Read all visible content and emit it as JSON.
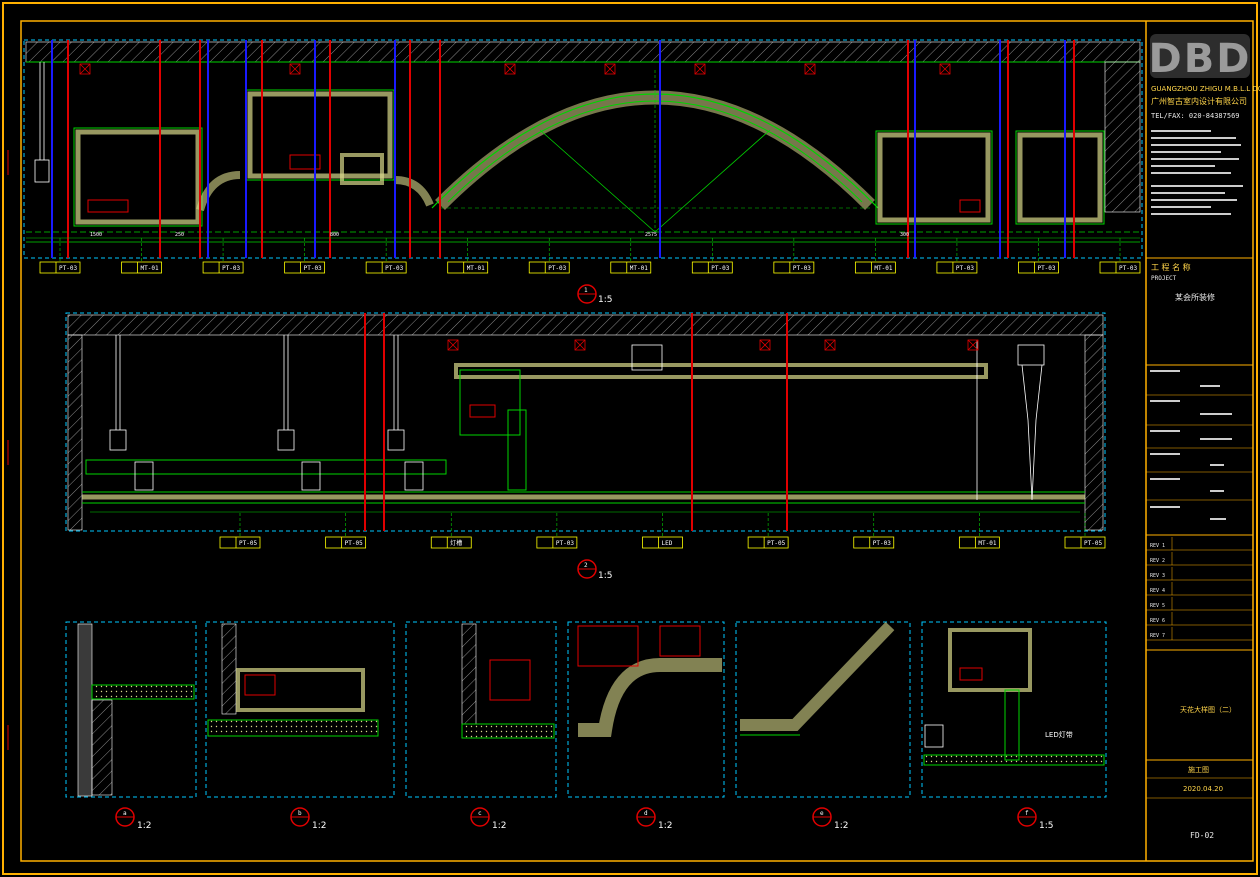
{
  "colors": {
    "background": "#000000",
    "frame": "#ffb000",
    "cyan_viewport": "#00c8ff",
    "green": "#00d400",
    "blue_column": "#1a1aff",
    "red": "#e00000",
    "yellow": "#ffff00",
    "white": "#ffffff",
    "hatch": "#9a9a9a"
  },
  "title_block": {
    "logo": "DBD",
    "company_en": "GUANGZHOU ZHIGU M.B.L.L DC",
    "company_cn": "广州智古室内设计有限公司",
    "tel": "TEL/FAX: 020-84387569",
    "section_header": "工 程 名 称",
    "section_sub": "PROJECT",
    "project_name": "某会所装修",
    "title_label": "天花大样图（二）",
    "drawing_type": "施工图",
    "date": "2020.04.20",
    "sheet_no": "FD-02",
    "rev_rows": [
      "REV 1",
      "REV 2",
      "REV 3",
      "REV 4",
      "REV 5",
      "REV 6",
      "REV 7"
    ]
  },
  "views": {
    "view1_scale": "1:5",
    "view2_scale": "1:5",
    "view1_marker": "1",
    "view2_marker": "2",
    "details": [
      {
        "marker": "a",
        "scale": "1:2"
      },
      {
        "marker": "b",
        "scale": "1:2"
      },
      {
        "marker": "c",
        "scale": "1:2"
      },
      {
        "marker": "d",
        "scale": "1:2"
      },
      {
        "marker": "e",
        "scale": "1:2"
      },
      {
        "marker": "f",
        "scale": "1:5"
      }
    ]
  },
  "tags_view1": [
    "PT-03",
    "MT-01",
    "PT-03",
    "PT-03",
    "PT-03",
    "MT-01",
    "PT-03",
    "MT-01",
    "PT-03",
    "PT-03",
    "MT-01",
    "PT-03",
    "PT-03",
    "PT-03"
  ],
  "tags_view2": [
    "PT-05",
    "PT-05",
    "灯槽",
    "PT-03",
    "LED",
    "PT-05",
    "PT-03",
    "MT-01",
    "PT-05"
  ],
  "dims_view1": [
    "1500",
    "250",
    "2575",
    "800",
    "300"
  ],
  "callout_led": "LED灯带"
}
